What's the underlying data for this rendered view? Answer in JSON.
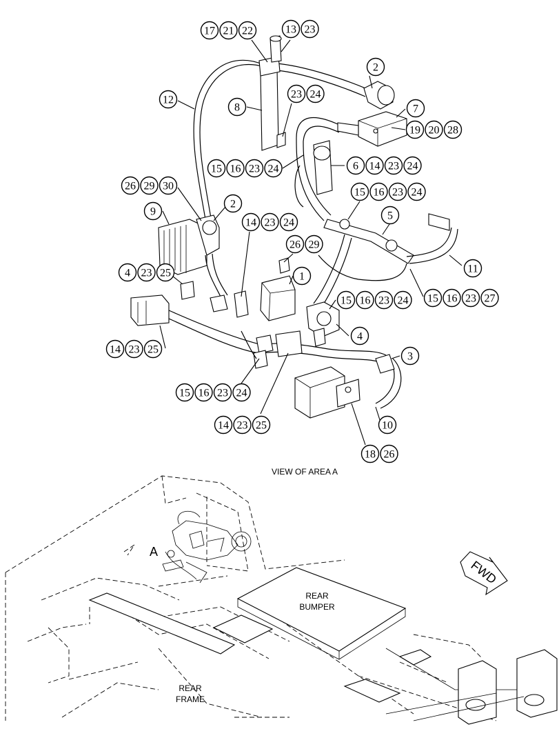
{
  "view_title": "VIEW OF AREA A",
  "area_marker": "A",
  "direction_label": "FWD",
  "rear_bumper_line1": "REAR",
  "rear_bumper_line2": "BUMPER",
  "rear_frame_line1": "REAR",
  "rear_frame_line2": "FRAME",
  "callout_groups": [
    {
      "id": "g1",
      "numbers": [
        "17",
        "21",
        "22"
      ]
    },
    {
      "id": "g2",
      "numbers": [
        "13",
        "23"
      ]
    },
    {
      "id": "g3",
      "numbers": [
        "2"
      ]
    },
    {
      "id": "g4",
      "numbers": [
        "12"
      ]
    },
    {
      "id": "g5",
      "numbers": [
        "8"
      ]
    },
    {
      "id": "g6",
      "numbers": [
        "23",
        "24"
      ]
    },
    {
      "id": "g7",
      "numbers": [
        "7"
      ]
    },
    {
      "id": "g8",
      "numbers": [
        "19",
        "20",
        "28"
      ]
    },
    {
      "id": "g9",
      "numbers": [
        "15",
        "16",
        "23",
        "24"
      ]
    },
    {
      "id": "g10",
      "numbers": [
        "6",
        "14",
        "23",
        "24"
      ]
    },
    {
      "id": "g11",
      "numbers": [
        "26",
        "29",
        "30"
      ]
    },
    {
      "id": "g12",
      "numbers": [
        "2"
      ]
    },
    {
      "id": "g13",
      "numbers": [
        "15",
        "16",
        "23",
        "24"
      ]
    },
    {
      "id": "g14",
      "numbers": [
        "9"
      ]
    },
    {
      "id": "g15",
      "numbers": [
        "5"
      ]
    },
    {
      "id": "g16",
      "numbers": [
        "14",
        "23",
        "24"
      ]
    },
    {
      "id": "g17",
      "numbers": [
        "26",
        "29"
      ]
    },
    {
      "id": "g18",
      "numbers": [
        "11"
      ]
    },
    {
      "id": "g19",
      "numbers": [
        "4",
        "23",
        "25"
      ]
    },
    {
      "id": "g20",
      "numbers": [
        "1"
      ]
    },
    {
      "id": "g21",
      "numbers": [
        "15",
        "16",
        "23",
        "24"
      ]
    },
    {
      "id": "g22",
      "numbers": [
        "15",
        "16",
        "23",
        "27"
      ]
    },
    {
      "id": "g23",
      "numbers": [
        "4"
      ]
    },
    {
      "id": "g24",
      "numbers": [
        "14",
        "23",
        "25"
      ]
    },
    {
      "id": "g25",
      "numbers": [
        "3"
      ]
    },
    {
      "id": "g26",
      "numbers": [
        "15",
        "16",
        "23",
        "24"
      ]
    },
    {
      "id": "g27",
      "numbers": [
        "10"
      ]
    },
    {
      "id": "g28",
      "numbers": [
        "14",
        "23",
        "25"
      ]
    },
    {
      "id": "g29",
      "numbers": [
        "18",
        "26"
      ]
    }
  ]
}
